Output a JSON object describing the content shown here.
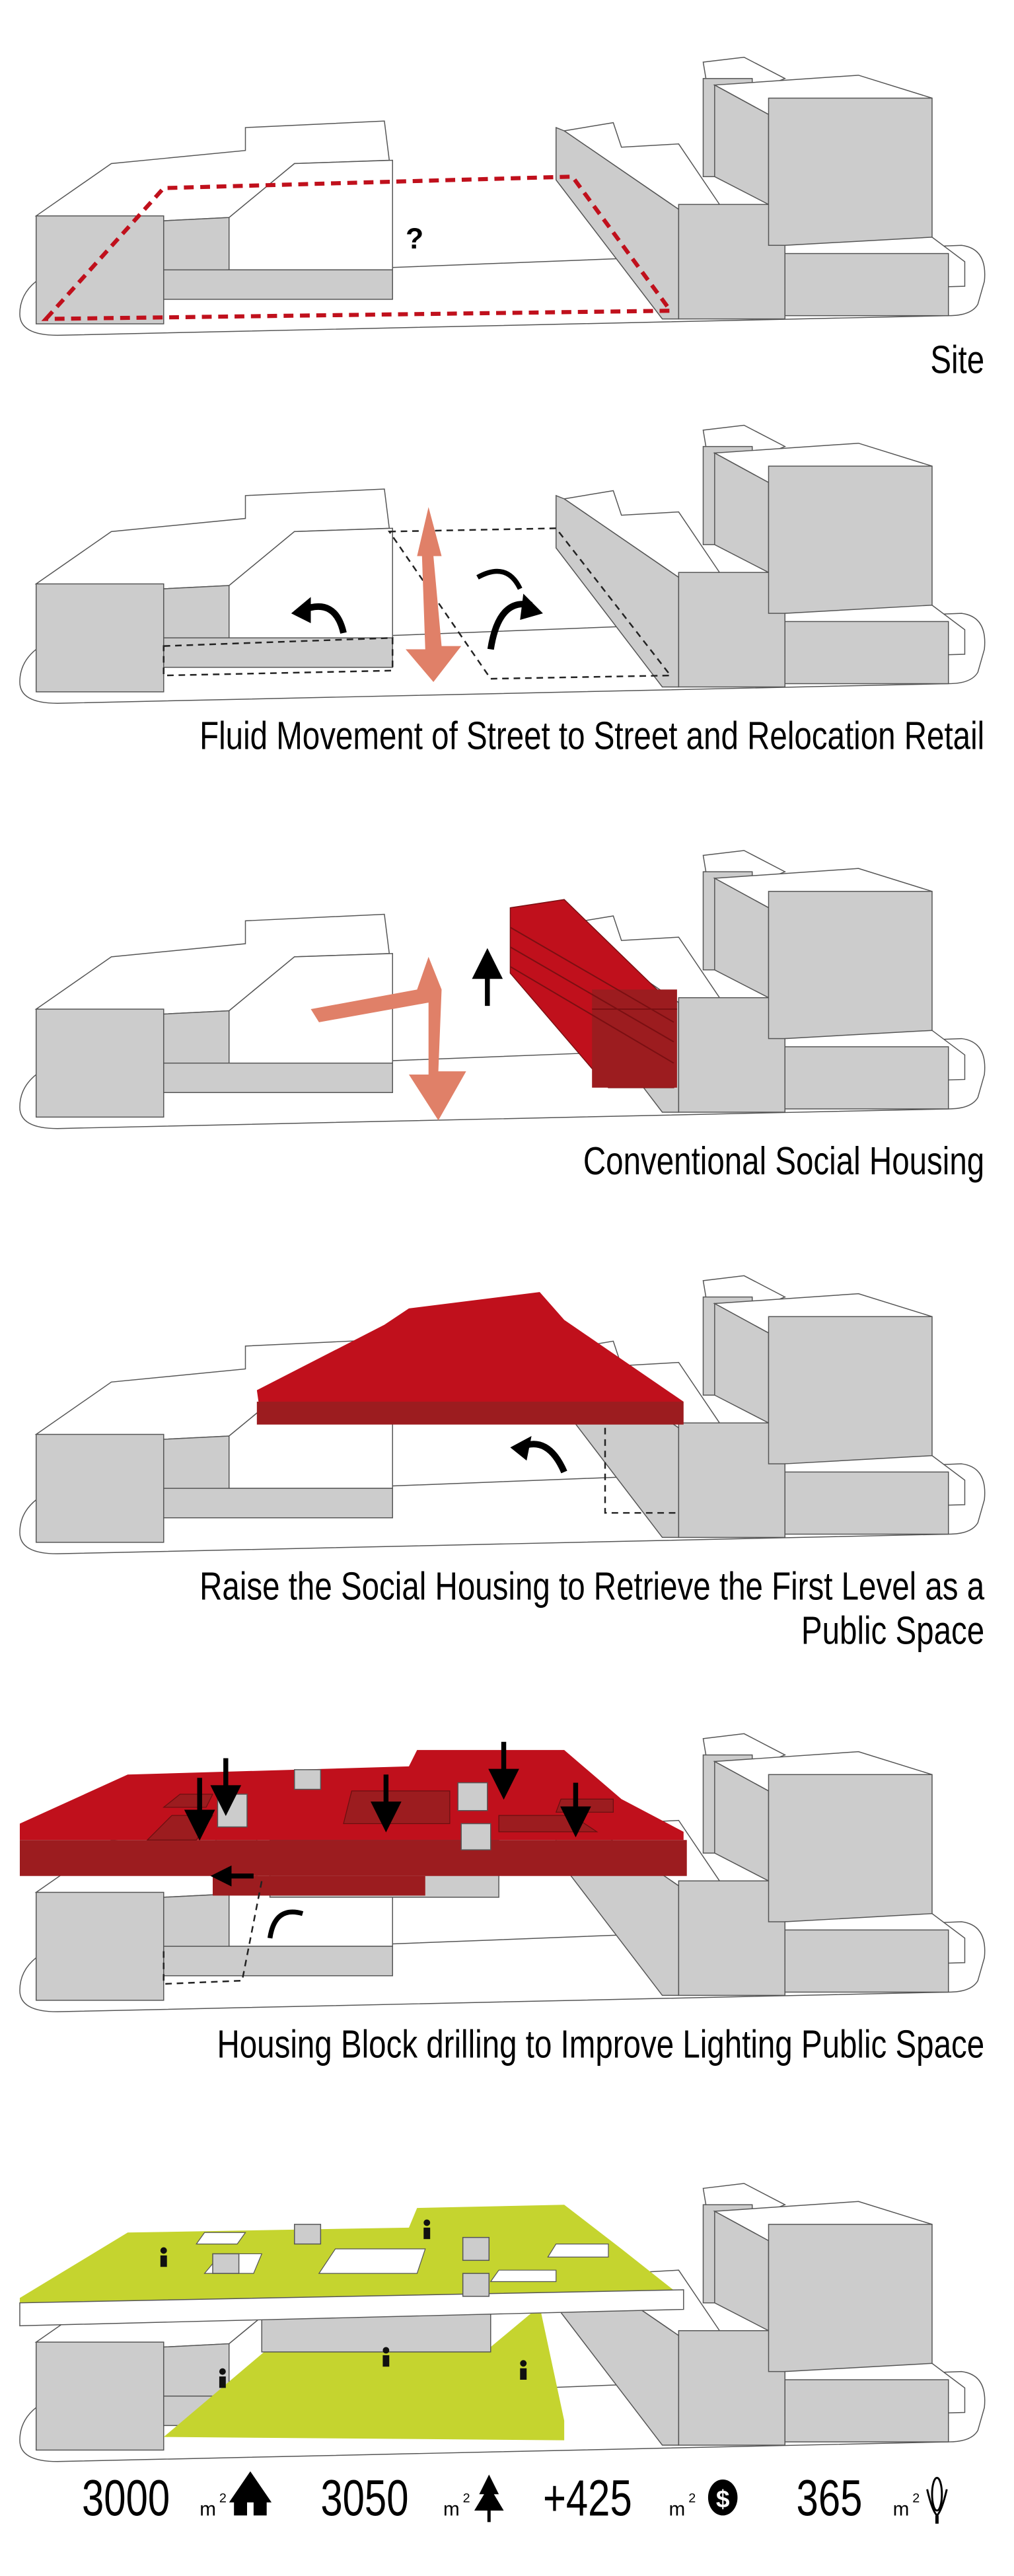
{
  "panels": [
    {
      "caption": "Site",
      "marker": "?"
    },
    {
      "caption": "Fluid Movement of Street to Street and Relocation Retail"
    },
    {
      "caption": "Conventional Social Housing"
    },
    {
      "caption_line1": "Raise the Social Housing to Retrieve the First Level as a",
      "caption_line2": "Public Space"
    },
    {
      "caption": "Housing Block drilling to Improve Lighting Public Space"
    },
    {
      "stats": [
        {
          "value": "3000",
          "unit": "m",
          "sup": "2",
          "icon": "house-icon"
        },
        {
          "value": "3050",
          "unit": "m",
          "sup": "2",
          "icon": "tree-icon"
        },
        {
          "value": "+425",
          "unit": "m",
          "sup": "2",
          "icon": "dollar-icon"
        },
        {
          "value": "365",
          "unit": "m",
          "sup": "2",
          "icon": "corn-icon"
        }
      ]
    }
  ],
  "colors": {
    "housing_red": "#c0101c",
    "housing_dark": "#9c1c1f",
    "flow_arrow": "#e08068",
    "public_green": "#c5d42f",
    "building_grey": "#cccccc"
  }
}
